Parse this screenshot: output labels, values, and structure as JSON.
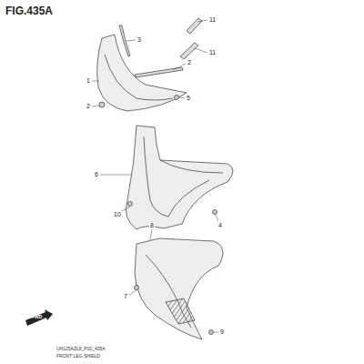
{
  "diagram": {
    "title": "FIG.435A",
    "labels": [
      "11",
      "3",
      "2",
      "11",
      "1",
      "2",
      "5",
      "6",
      "10",
      "8",
      "4",
      "7",
      "9",
      "FWD",
      "UH125AZL8_P02_435A",
      "FRONT LEG SHIELD"
    ]
  }
}
